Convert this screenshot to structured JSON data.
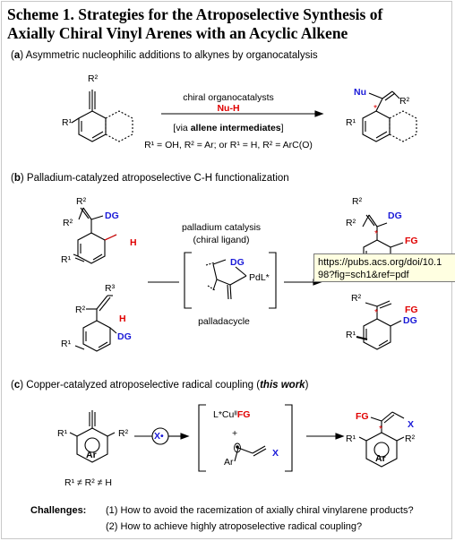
{
  "title_line1": "Scheme 1. Strategies for the Atroposelective Synthesis of",
  "title_line2": "Axially Chiral Vinyl Arenes with an Acyclic Alkene",
  "section_a": {
    "letter": "a",
    "title": "Asymmetric nucleophilic additions to alkynes by organocatalysis",
    "cond_top": "chiral organocatalysts",
    "nucleophile": "Nu-H",
    "via_prefix": "[via ",
    "via_bold": "allene intermediates",
    "via_suffix": "]",
    "footnote": "R¹ = OH, R² = Ar; or R¹ = H, R² = ArC(O)",
    "labels": {
      "r1": "R¹",
      "r2": "R²",
      "nu": "Nu"
    }
  },
  "section_b": {
    "letter": "b",
    "title": "Palladium-catalyzed atroposelective C-H functionalization",
    "cond_line1": "palladium catalysis",
    "cond_line2": "(chiral ligand)",
    "palladacycle": "palladacycle",
    "pd": "PdL*",
    "labels": {
      "r1": "R¹",
      "r2": "R²",
      "r3": "R³",
      "dg": "DG",
      "h": "H",
      "fg": "FG"
    }
  },
  "section_c": {
    "letter": "c",
    "title_pre": "Copper-catalyzed atroposelective radical coupling (",
    "title_em": "this work",
    "title_post": ")",
    "radical": "X•",
    "cu": "L*Cuᴵᴵ",
    "fg": "FG",
    "ar": "Ar",
    "x": "X",
    "condition": "R¹ ≠ R² ≠ H",
    "labels": {
      "r1": "R¹",
      "r2": "R²"
    }
  },
  "challenges": {
    "label": "Challenges:",
    "q1": "(1) How to avoid the racemization of axially chiral vinylarene products?",
    "q2": "(2) How to achieve highly atroposelective radical coupling?"
  },
  "tooltip": {
    "line1": "https://pubs.acs.org/doi/10.1",
    "line2": "98?fig=sch1&ref=pdf"
  },
  "colors": {
    "red": "#e00000",
    "blue": "#1a1ad8"
  }
}
